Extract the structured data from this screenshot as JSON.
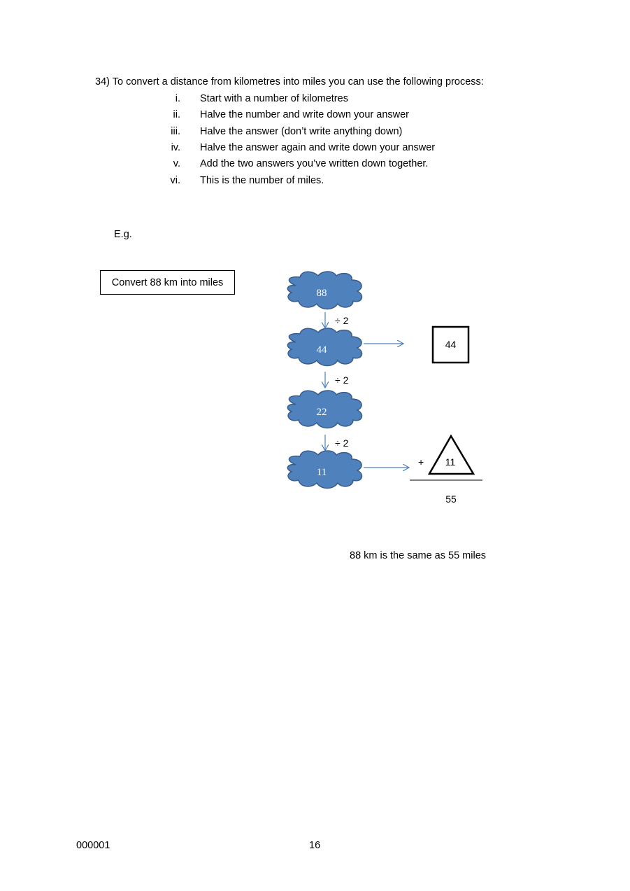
{
  "question": {
    "text": "34) To convert a distance from kilometres into miles you can use the following process:",
    "steps": [
      {
        "num": "i.",
        "text": "Start with a number of kilometres"
      },
      {
        "num": "ii.",
        "text": "Halve the number and write down your answer"
      },
      {
        "num": "iii.",
        "text": "Halve the answer (don’t write anything down)"
      },
      {
        "num": "iv.",
        "text": "Halve the answer again and write down your answer"
      },
      {
        "num": "v.",
        "text": "Add the two answers you’ve written down together."
      },
      {
        "num": "vi.",
        "text": "This is the number of miles."
      }
    ]
  },
  "example": {
    "label": "E.g.",
    "task": "Convert 88 km into miles",
    "clouds": [
      "88",
      "44",
      "22",
      "11"
    ],
    "divide_labels": [
      "÷ 2",
      "÷ 2",
      "÷ 2"
    ],
    "square_value": "44",
    "triangle_value": "11",
    "plus_sign": "+",
    "sum": "55",
    "conclusion": "88 km is the same as 55 miles",
    "colors": {
      "cloud_fill": "#4f81bd",
      "cloud_stroke": "#385d8a",
      "arrow": "#4a7ebb"
    }
  },
  "footer": {
    "code": "000001",
    "page": "16"
  }
}
